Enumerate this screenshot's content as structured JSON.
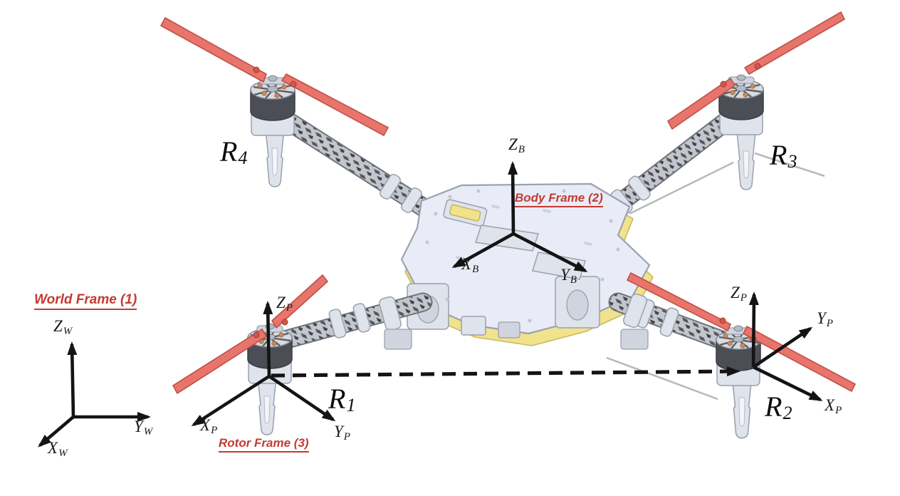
{
  "colors": {
    "annotation_red": "#c23b32",
    "arrow_black": "#141414",
    "propeller_red": "#e8756b",
    "propeller_edge": "#bf4f47",
    "frame_yellow": "#f1e38c",
    "plate_gray": "#e9ecf6",
    "motor_dark": "#4b4e54"
  },
  "frames": {
    "world": {
      "title": "World Frame (1)"
    },
    "body": {
      "title": "Body Frame (2)"
    },
    "rotor": {
      "title": "Rotor Frame (3)"
    }
  },
  "axes": {
    "world": {
      "x": {
        "base": "X",
        "sub": "W"
      },
      "y": {
        "base": "Y",
        "sub": "W"
      },
      "z": {
        "base": "Z",
        "sub": "W"
      }
    },
    "body": {
      "x": {
        "base": "X",
        "sub": "B"
      },
      "y": {
        "base": "Y",
        "sub": "B"
      },
      "z": {
        "base": "Z",
        "sub": "B"
      }
    },
    "rotor": {
      "x": {
        "base": "X",
        "sub": "P"
      },
      "y": {
        "base": "Y",
        "sub": "P"
      },
      "z": {
        "base": "Z",
        "sub": "P"
      }
    }
  },
  "rotors": {
    "r1": {
      "base": "R",
      "sub": "1"
    },
    "r2": {
      "base": "R",
      "sub": "2"
    },
    "r3": {
      "base": "R",
      "sub": "3"
    },
    "r4": {
      "base": "R",
      "sub": "4"
    }
  }
}
